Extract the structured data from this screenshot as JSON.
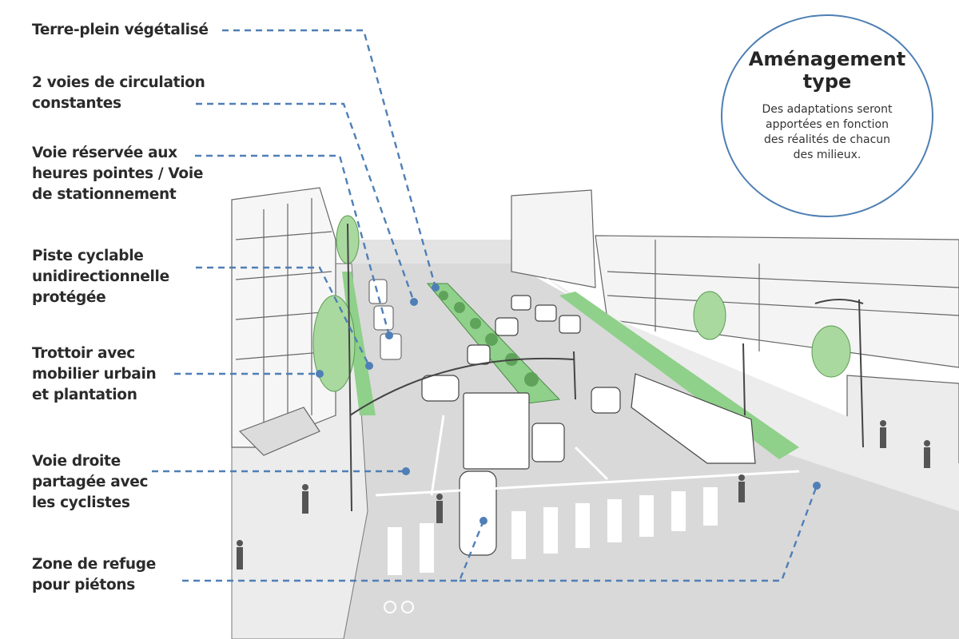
{
  "labels": [
    {
      "id": "terre-plein",
      "lines": [
        "Terre-plein végétalisé"
      ]
    },
    {
      "id": "voies-circulation",
      "lines": [
        "2 voies de circulation",
        "constantes"
      ]
    },
    {
      "id": "voie-reservee",
      "lines": [
        "Voie réservée aux",
        "heures pointes / Voie",
        "de stationnement"
      ]
    },
    {
      "id": "piste-cyclable",
      "lines": [
        "Piste cyclable",
        "unidirectionnelle",
        "protégée"
      ]
    },
    {
      "id": "trottoir",
      "lines": [
        "Trottoir avec",
        "mobilier urbain",
        "et plantation"
      ]
    },
    {
      "id": "voie-droite",
      "lines": [
        "Voie droite",
        "partagée avec",
        "les cyclistes"
      ]
    },
    {
      "id": "zone-refuge",
      "lines": [
        "Zone de refuge",
        "pour piétons"
      ]
    }
  ],
  "badge": {
    "title_lines": [
      "Aménagement",
      "type"
    ],
    "text_lines": [
      "Des adaptations seront",
      "apportées en fonction",
      "des réalités de chacun",
      "des milieux."
    ]
  },
  "colors": {
    "leader": "#4f7fb6",
    "accent_green": "#7fc97a",
    "road": "#d6d6d6",
    "line_art": "#555555"
  }
}
